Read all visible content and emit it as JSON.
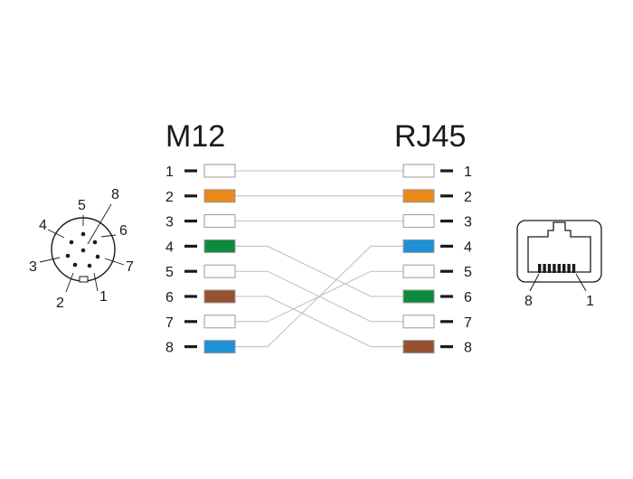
{
  "titles": {
    "left": "M12",
    "right": "RJ45"
  },
  "m12_pins": [
    "1",
    "2",
    "3",
    "4",
    "5",
    "6",
    "7",
    "8"
  ],
  "rj45_pins": [
    "1",
    "2",
    "3",
    "4",
    "5",
    "6",
    "7",
    "8"
  ],
  "wiring": [
    {
      "m12": "1",
      "rj45": "1",
      "color": "#ffffff"
    },
    {
      "m12": "2",
      "rj45": "2",
      "color": "#e8891b"
    },
    {
      "m12": "3",
      "rj45": "3",
      "color": "#ffffff"
    },
    {
      "m12": "4",
      "rj45": "6",
      "color": "#0e8a3e"
    },
    {
      "m12": "5",
      "rj45": "7",
      "color": "#ffffff"
    },
    {
      "m12": "6",
      "rj45": "8",
      "color": "#955232"
    },
    {
      "m12": "7",
      "rj45": "5",
      "color": "#ffffff"
    },
    {
      "m12": "8",
      "rj45": "4",
      "color": "#1e90d6"
    }
  ],
  "m12_connector_labels": [
    "1",
    "2",
    "3",
    "4",
    "5",
    "6",
    "7",
    "8"
  ],
  "rj45_connector_labels": {
    "left": "8",
    "right": "1"
  },
  "colors": {
    "line": "#1a1a1a",
    "wire": "#bdbdbd",
    "border": "#9a9a9a"
  }
}
